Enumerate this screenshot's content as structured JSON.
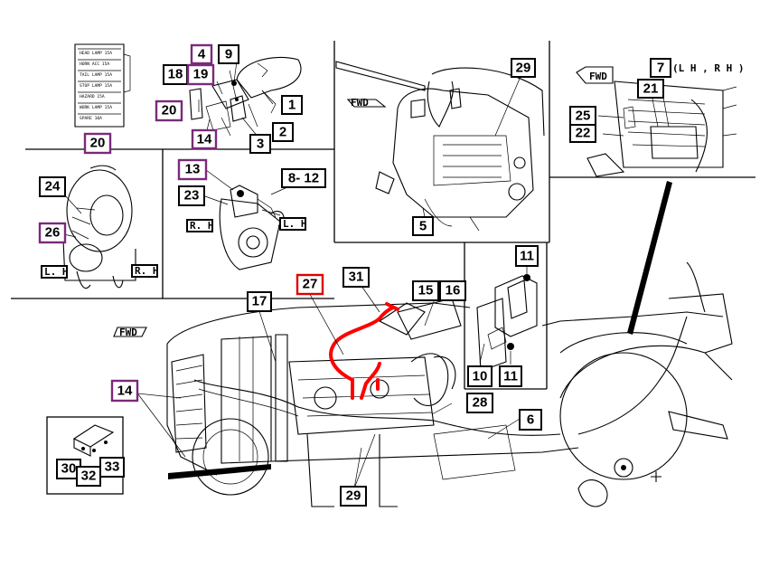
{
  "diagram": {
    "callouts": {
      "c1": "1",
      "c2": "2",
      "c3": "3",
      "c4": "4",
      "c5": "5",
      "c6": "6",
      "c7": "7",
      "c7_suffix": "(L H , R H )",
      "c8_12": "8- 12",
      "c9": "9",
      "c10": "10",
      "c11a": "11",
      "c11b": "11",
      "c13": "13",
      "c14a": "14",
      "c14b": "14",
      "c15_16a": "15",
      "c15_16b": "16",
      "c17": "17",
      "c18": "18",
      "c19": "19",
      "c20a": "20",
      "c20b": "20",
      "c21": "21",
      "c22": "22",
      "c23": "23",
      "c24": "24",
      "c25": "25",
      "c26": "26",
      "c27": "27",
      "c28": "28",
      "c29a": "29",
      "c29b": "29",
      "c30": "30",
      "c31": "31",
      "c32": "32",
      "c33": "33"
    },
    "labels": {
      "fwd_top": "FWD",
      "fwd_right": "FWD",
      "fwd_main": "FWD",
      "rh_starter": "R. H",
      "lh_starter": "L. H",
      "lh_engine": "L. H",
      "rh_engine": "R. H"
    },
    "colors": {
      "highlight": "#ff0000",
      "purple_callout": "#7a2a7a",
      "red_callout": "#e00000"
    }
  }
}
